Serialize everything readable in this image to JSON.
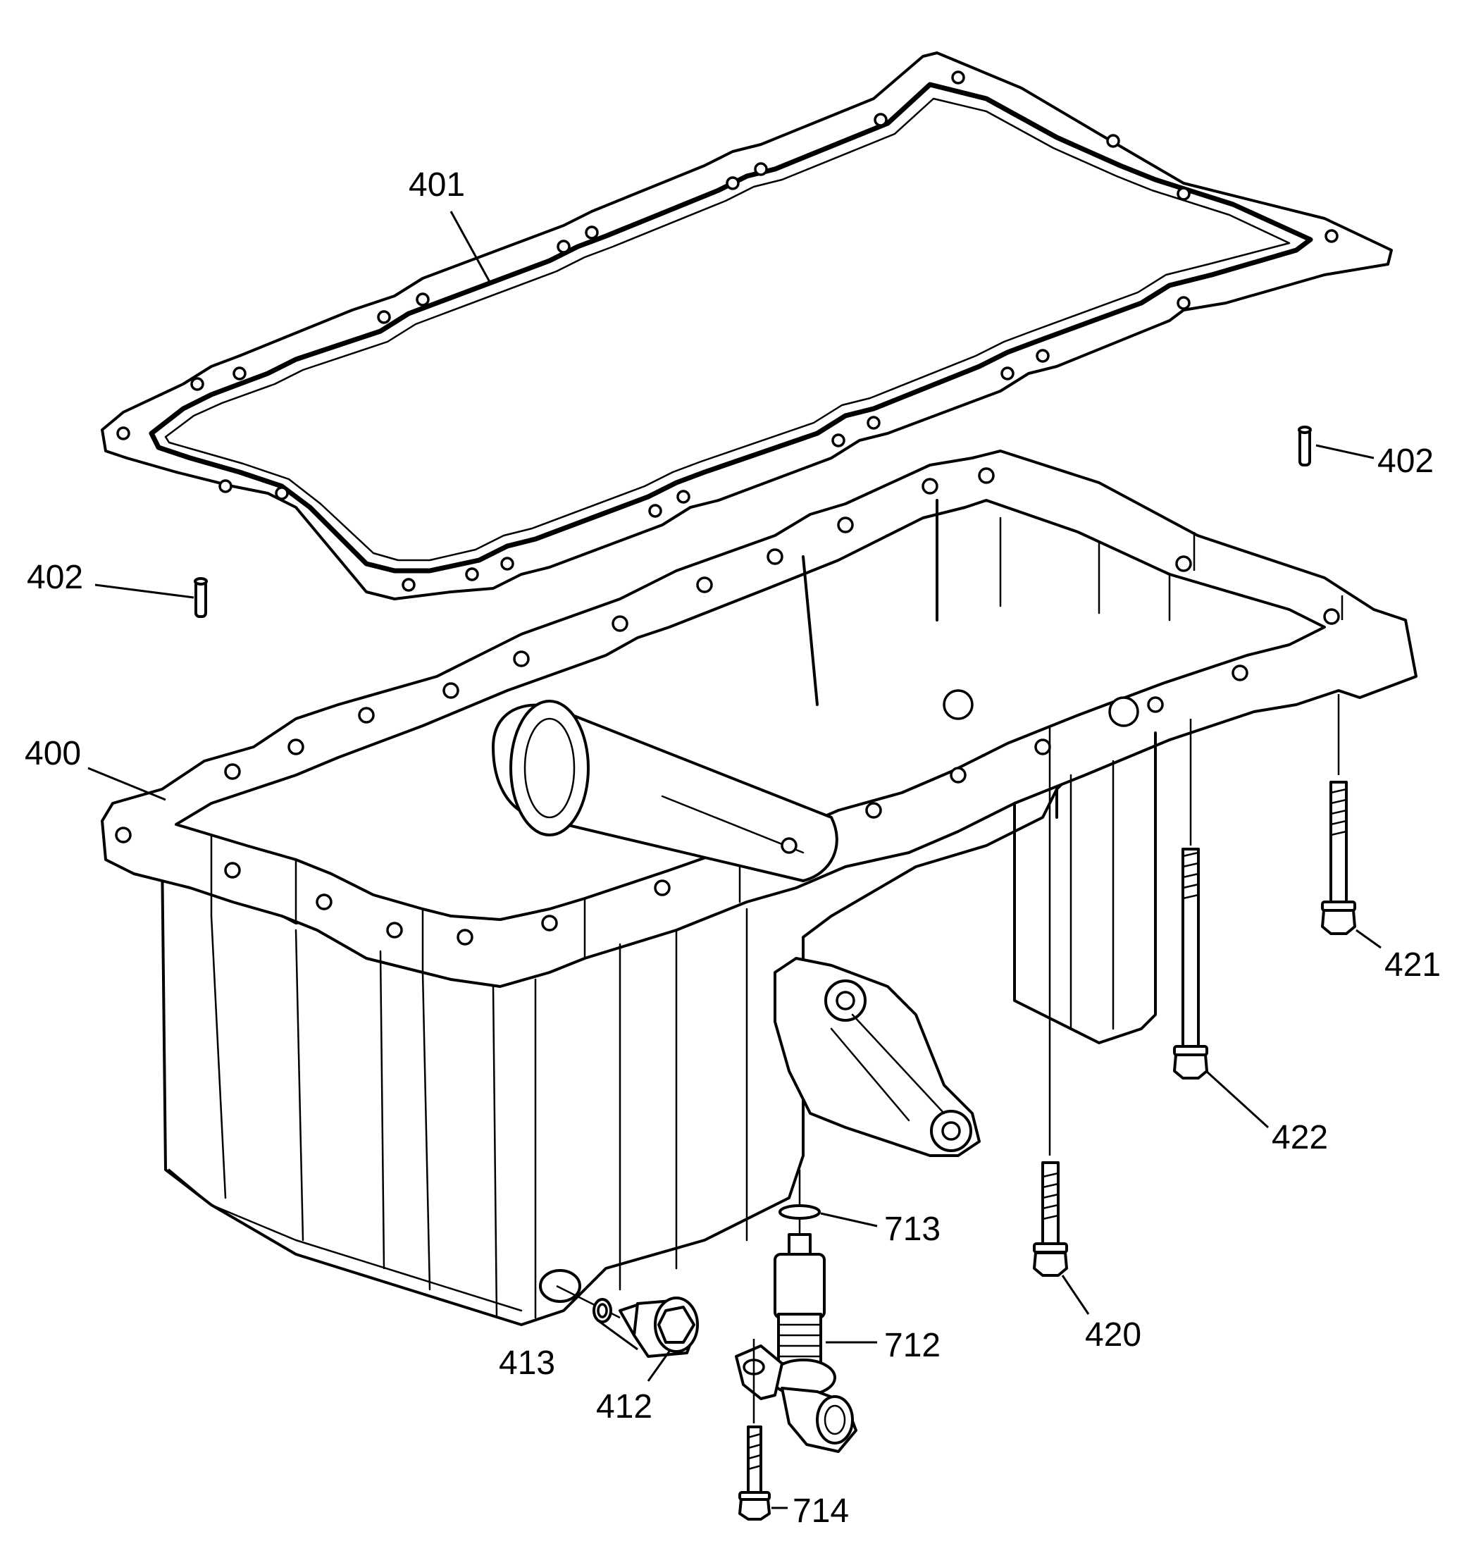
{
  "diagram": {
    "callouts": {
      "c400": "400",
      "c401": "401",
      "c402_left": "402",
      "c402_right": "402",
      "c412": "412",
      "c413": "413",
      "c420": "420",
      "c421": "421",
      "c422": "422",
      "c712": "712",
      "c713": "713",
      "c714": "714"
    }
  }
}
